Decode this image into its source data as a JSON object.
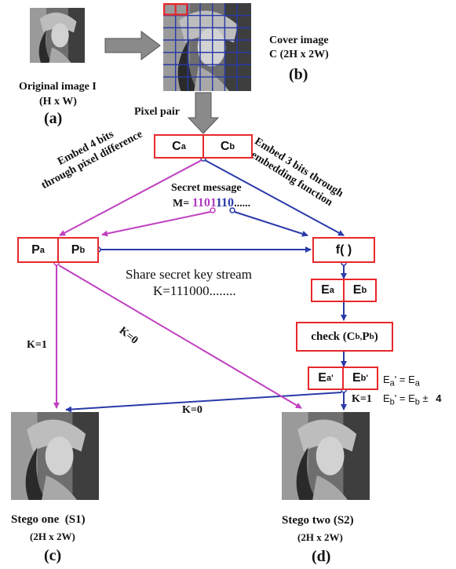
{
  "captions": {
    "original": "Original image I",
    "original_dim": "(H x W)",
    "label_a": "(a)",
    "cover": "Cover image",
    "cover_dim": "C (2H x 2W)",
    "label_b": "(b)",
    "pixel_pair": "Pixel pair",
    "stego_one": "Stego one  (S1)",
    "stego_one_dim": "(2H x 2W)",
    "label_c": "(c)",
    "stego_two": "Stego two (S2)",
    "stego_two_dim": "(2H x 2W)",
    "label_d": "(d)"
  },
  "boxes": {
    "ca": "C",
    "ca_sub": "a",
    "cb": "C",
    "cb_sub": "b",
    "pa": "P",
    "pa_sub": "a",
    "pb": "P",
    "pb_sub": "b",
    "f": "f( )",
    "ea": "E",
    "ea_sub": "a",
    "eb": "E",
    "eb_sub": "b",
    "check_prefix": "check (C",
    "check_sub1": "b,",
    "check_mid": "P",
    "check_sub2": "b",
    "check_suffix": ")",
    "ea2": "E",
    "ea2_sub": "a",
    "ea2_prime": "'",
    "eb2": "E",
    "eb2_sub": "b",
    "eb2_prime": "'"
  },
  "annotations": {
    "embed4_line1": "Embed 4 bits",
    "embed4_line2": "through pixel difference",
    "embed3_line1": "Embed 3 bits through",
    "embed3_line2": "embedding function",
    "secret_message": "Secret message",
    "m_prefix": "M=",
    "m_bits_4": "1101",
    "m_bits_3": "110",
    "m_suffix": "......",
    "share_key": "Share secret key stream",
    "key_value": "K=111000........",
    "k1_left": "K=1",
    "k0_diag": "K=0",
    "k0_bottom": "K=0",
    "k1_right": "K=1",
    "eq1_lhs": "E",
    "eq1_sub": "a",
    "eq1_rest": "' = E",
    "eq1_sub2": "a",
    "eq2_lhs": "E",
    "eq2_sub": "b",
    "eq2_rest": "' = E",
    "eq2_sub2": "b",
    "eq2_pm": " ± ",
    "eq2_val": "4"
  },
  "colors": {
    "box_border": "#e8282b",
    "blue_arrow": "#2a3aa8",
    "magenta_arrow": "#c040c0",
    "gray_arrow": "#8a8a8a",
    "bits4_color": "#b03cc0",
    "bits3_color": "#2a3aa8"
  }
}
